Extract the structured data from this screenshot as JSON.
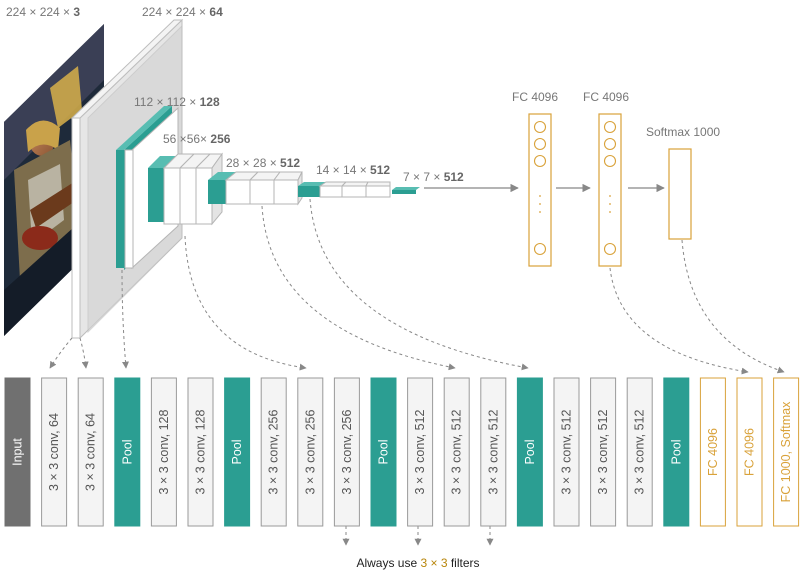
{
  "colors": {
    "teal": "#2b9e92",
    "gray_dark": "#707070",
    "conv_fill": "#f4f4f4",
    "conv_stroke": "#9a9a9a",
    "gold": "#d9a23a",
    "arrow": "#888888"
  },
  "top": {
    "input_dim": {
      "pre": "224 × 224 × ",
      "bold": "3"
    },
    "conv1_dim": {
      "pre": "224 × 224 × ",
      "bold": "64"
    },
    "conv2_dim": {
      "pre": "112 × 112 × ",
      "bold": "128"
    },
    "conv3_dim": {
      "pre": "56 ×56× ",
      "bold": "256"
    },
    "conv4_dim": {
      "pre": "28 × 28 × ",
      "bold": "512"
    },
    "conv5_dim": {
      "pre": "14 × 14 × ",
      "bold": "512"
    },
    "pool5_dim": {
      "pre": "7 × 7 × ",
      "bold": "512"
    },
    "fc1_label": "FC 4096",
    "fc2_label": "FC 4096",
    "softmax_label": "Softmax 1000",
    "image_icon": "guitarist-photo"
  },
  "layers": [
    {
      "label": "Input",
      "type": "input"
    },
    {
      "label": "3 × 3 conv, 64",
      "type": "conv"
    },
    {
      "label": "3 × 3 conv, 64",
      "type": "conv"
    },
    {
      "label": "Pool",
      "type": "pool"
    },
    {
      "label": "3 × 3 conv, 128",
      "type": "conv"
    },
    {
      "label": "3 × 3 conv, 128",
      "type": "conv"
    },
    {
      "label": "Pool",
      "type": "pool"
    },
    {
      "label": "3 × 3 conv, 256",
      "type": "conv"
    },
    {
      "label": "3 × 3 conv, 256",
      "type": "conv"
    },
    {
      "label": "3 × 3 conv, 256",
      "type": "conv"
    },
    {
      "label": "Pool",
      "type": "pool"
    },
    {
      "label": "3 × 3 conv, 512",
      "type": "conv"
    },
    {
      "label": "3 × 3 conv, 512",
      "type": "conv"
    },
    {
      "label": "3 × 3 conv, 512",
      "type": "conv"
    },
    {
      "label": "Pool",
      "type": "pool"
    },
    {
      "label": "3 × 3 conv, 512",
      "type": "conv"
    },
    {
      "label": "3 × 3 conv, 512",
      "type": "conv"
    },
    {
      "label": "3 × 3 conv, 512",
      "type": "conv"
    },
    {
      "label": "Pool",
      "type": "pool"
    },
    {
      "label": "FC 4096",
      "type": "fc"
    },
    {
      "label": "FC 4096",
      "type": "fc"
    },
    {
      "label": "FC 1000, Softmax",
      "type": "fc"
    }
  ],
  "footer": {
    "pre": "Always use ",
    "hl": "3 × 3",
    "post": " filters"
  }
}
